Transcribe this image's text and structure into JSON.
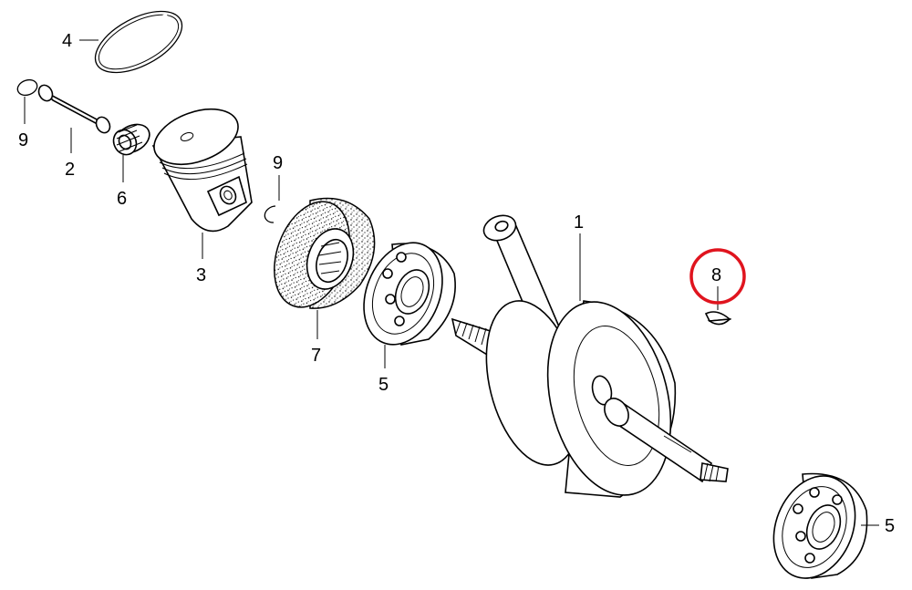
{
  "callouts": {
    "c1": "1",
    "c2": "2",
    "c3": "3",
    "c4": "4",
    "c5a": "5",
    "c5b": "5",
    "c6": "6",
    "c7": "7",
    "c8": "8",
    "c9a": "9",
    "c9b": "9"
  },
  "highlight": {
    "part": "8",
    "color": "#e0141e"
  },
  "icons": [
    "piston-ring",
    "piston-pin",
    "pin-clip",
    "needle-bearing",
    "piston",
    "oil-seal",
    "ball-bearing",
    "crankshaft",
    "woodruff-key"
  ]
}
